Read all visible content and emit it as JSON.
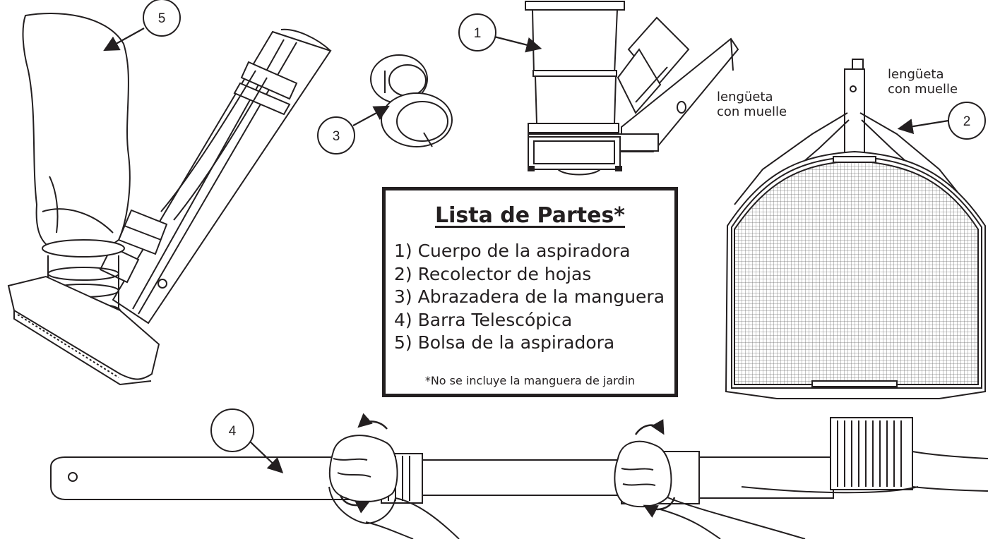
{
  "callouts": [
    "1",
    "2",
    "3",
    "4",
    "5"
  ],
  "spring_tab_label": {
    "line1": "lengüeta",
    "line2": "con muelle"
  },
  "parts_list": {
    "title": "Lista de Partes*",
    "items": [
      "1) Cuerpo de la aspiradora",
      "2) Recolector de hojas",
      "3) Abrazadera de la manguera",
      "4) Barra Telescópica",
      "5) Bolsa de la aspiradora"
    ],
    "note": "*No se incluye la manguera de jardin"
  },
  "rotation_arrows": [
    "curved-arrow",
    "curved-arrow",
    "curved-arrow",
    "curved-arrow"
  ],
  "colors": {
    "line": "#231f20",
    "mesh": "#8a8a8a",
    "background": "#ffffff"
  }
}
